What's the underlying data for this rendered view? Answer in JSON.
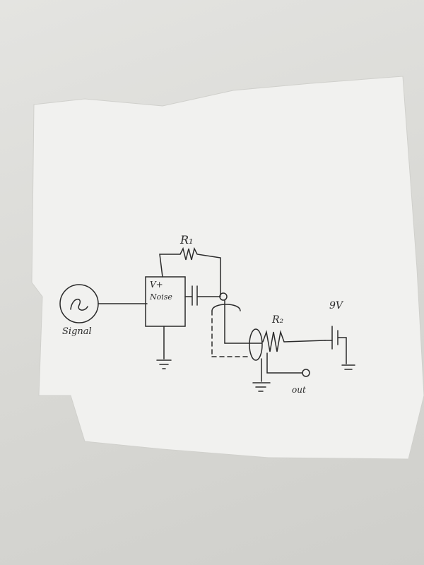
{
  "scene": {
    "description": "Photo of a hand-drawn circuit schematic on crumpled white paper lying on a light gray surface",
    "surface_color": "#dcdcd8",
    "paper_color": "#f1f1ef",
    "ink_color": "#2a2a2a"
  },
  "schematic": {
    "labels": {
      "source": "Signal",
      "resistor1": "R₁",
      "amp_top": "V+",
      "amp_bottom": "Noise",
      "resistor2": "R₂",
      "battery": "9V",
      "output": "out"
    },
    "components": [
      {
        "type": "ac-source",
        "label": "Signal"
      },
      {
        "type": "amplifier-box",
        "label": "V+ Noise"
      },
      {
        "type": "resistor",
        "label": "R₁"
      },
      {
        "type": "capacitor",
        "label": ""
      },
      {
        "type": "coax-shield",
        "label": ""
      },
      {
        "type": "resistor",
        "label": "R₂"
      },
      {
        "type": "battery",
        "label": "9V"
      },
      {
        "type": "ground",
        "count": 3
      },
      {
        "type": "output-terminal",
        "label": "out"
      }
    ]
  }
}
